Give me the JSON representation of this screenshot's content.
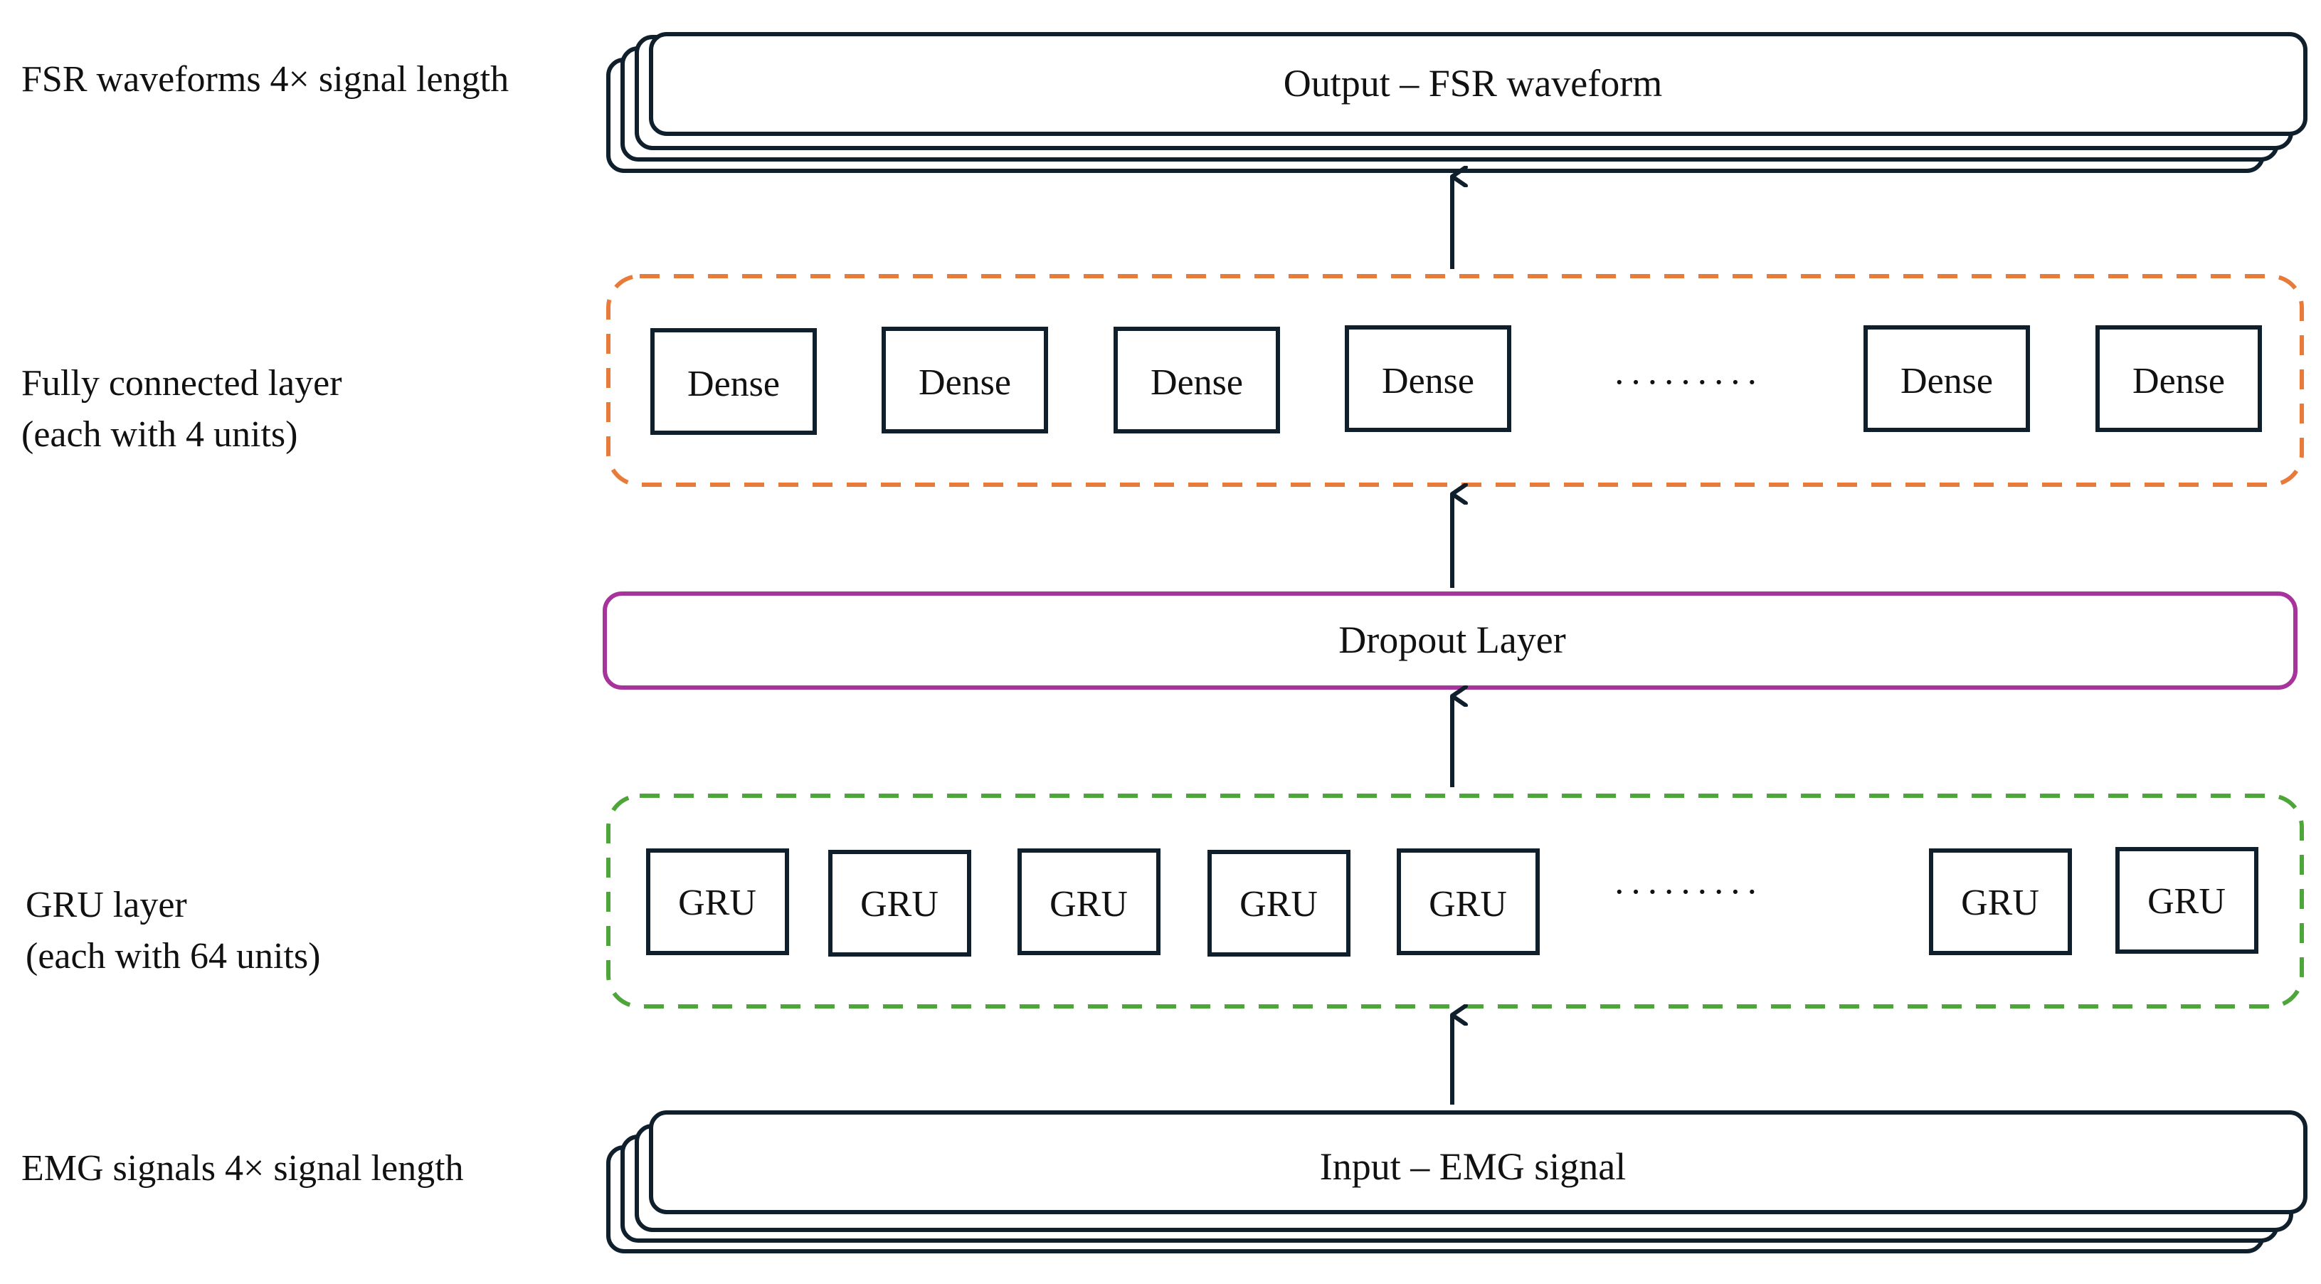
{
  "colors": {
    "stroke": "#0f1f2c",
    "fully_connected_border": "#e87a3a",
    "dropout_border": "#a7349b",
    "gru_border": "#4ea63a"
  },
  "side_labels": {
    "output": [
      "FSR waveforms 4× signal length"
    ],
    "fully_connected": [
      "Fully connected layer",
      "(each with 4 units)"
    ],
    "gru": [
      "GRU layer",
      "(each with 64 units)"
    ],
    "input": [
      "EMG signals 4× signal length"
    ]
  },
  "output_block": {
    "label": "Output – FSR waveform"
  },
  "fully_connected_layer": {
    "units": [
      "Dense",
      "Dense",
      "Dense",
      "Dense",
      "Dense",
      "Dense"
    ],
    "ellipsis": "·········"
  },
  "dropout_block": {
    "label": "Dropout Layer"
  },
  "gru_layer": {
    "units": [
      "GRU",
      "GRU",
      "GRU",
      "GRU",
      "GRU",
      "GRU",
      "GRU"
    ],
    "ellipsis": "·········"
  },
  "input_block": {
    "label": "Input – EMG signal"
  }
}
